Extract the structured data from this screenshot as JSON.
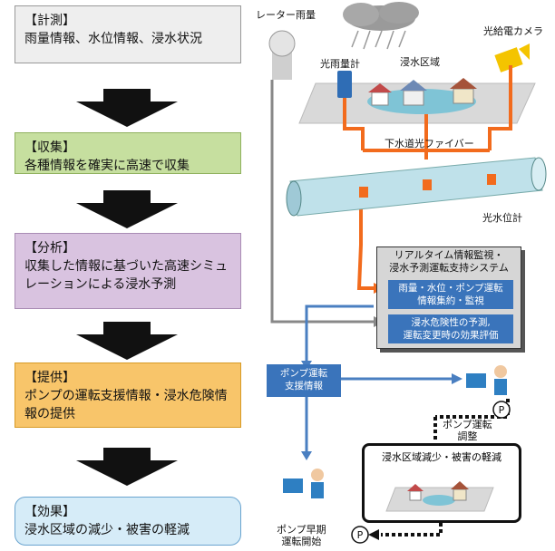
{
  "steps": [
    {
      "head": "【計測】",
      "body": "雨量情報、水位情報、浸水状況",
      "color": "#eeeeee"
    },
    {
      "head": "【収集】",
      "body": "各種情報を確実に高速で収集",
      "color": "#c6df9f"
    },
    {
      "head": "【分析】",
      "body": "収集した情報に基づいた高速シミュレーションによる浸水予測",
      "color": "#d9c3e0"
    },
    {
      "head": "【提供】",
      "body": "ポンプの運転支援情報・浸水危険情報の提供",
      "color": "#f8c56a"
    },
    {
      "head": "【効果】",
      "body": "浸水区域の減少・被害の軽減",
      "color": "#d6ecf8"
    }
  ],
  "labels": {
    "radar_rain": "レーター雨量",
    "optical_power_camera": "光給電カメラ",
    "optical_rain_gauge": "光雨量計",
    "flood_area": "浸水区域",
    "sewer_fiber": "下水道光ファイバー",
    "optical_water_gauge": "光水位計"
  },
  "system": {
    "title_line1": "リアルタイム情報監視・",
    "title_line2": "浸水予測運転支持システム",
    "sub1_line1": "雨量・水位・ポンプ運転",
    "sub1_line2": "情報集約・監視",
    "sub2_line1": "浸水危険性の予測,",
    "sub2_line2": "運転変更時の効果評価"
  },
  "pump_support": {
    "line1": "ポンプ運転",
    "line2": "支援情報"
  },
  "pump_adjust": {
    "line1": "ポンプ運転",
    "line2": "調整"
  },
  "effect_box_title": "浸水区域減少・被害の軽減",
  "early_start": {
    "line1": "ポンプ早期",
    "line2": "運転開始"
  },
  "p_symbol": "P",
  "colors": {
    "orange": "#f26b1d",
    "blue": "#4a7fc1",
    "grey_line": "#888888"
  }
}
